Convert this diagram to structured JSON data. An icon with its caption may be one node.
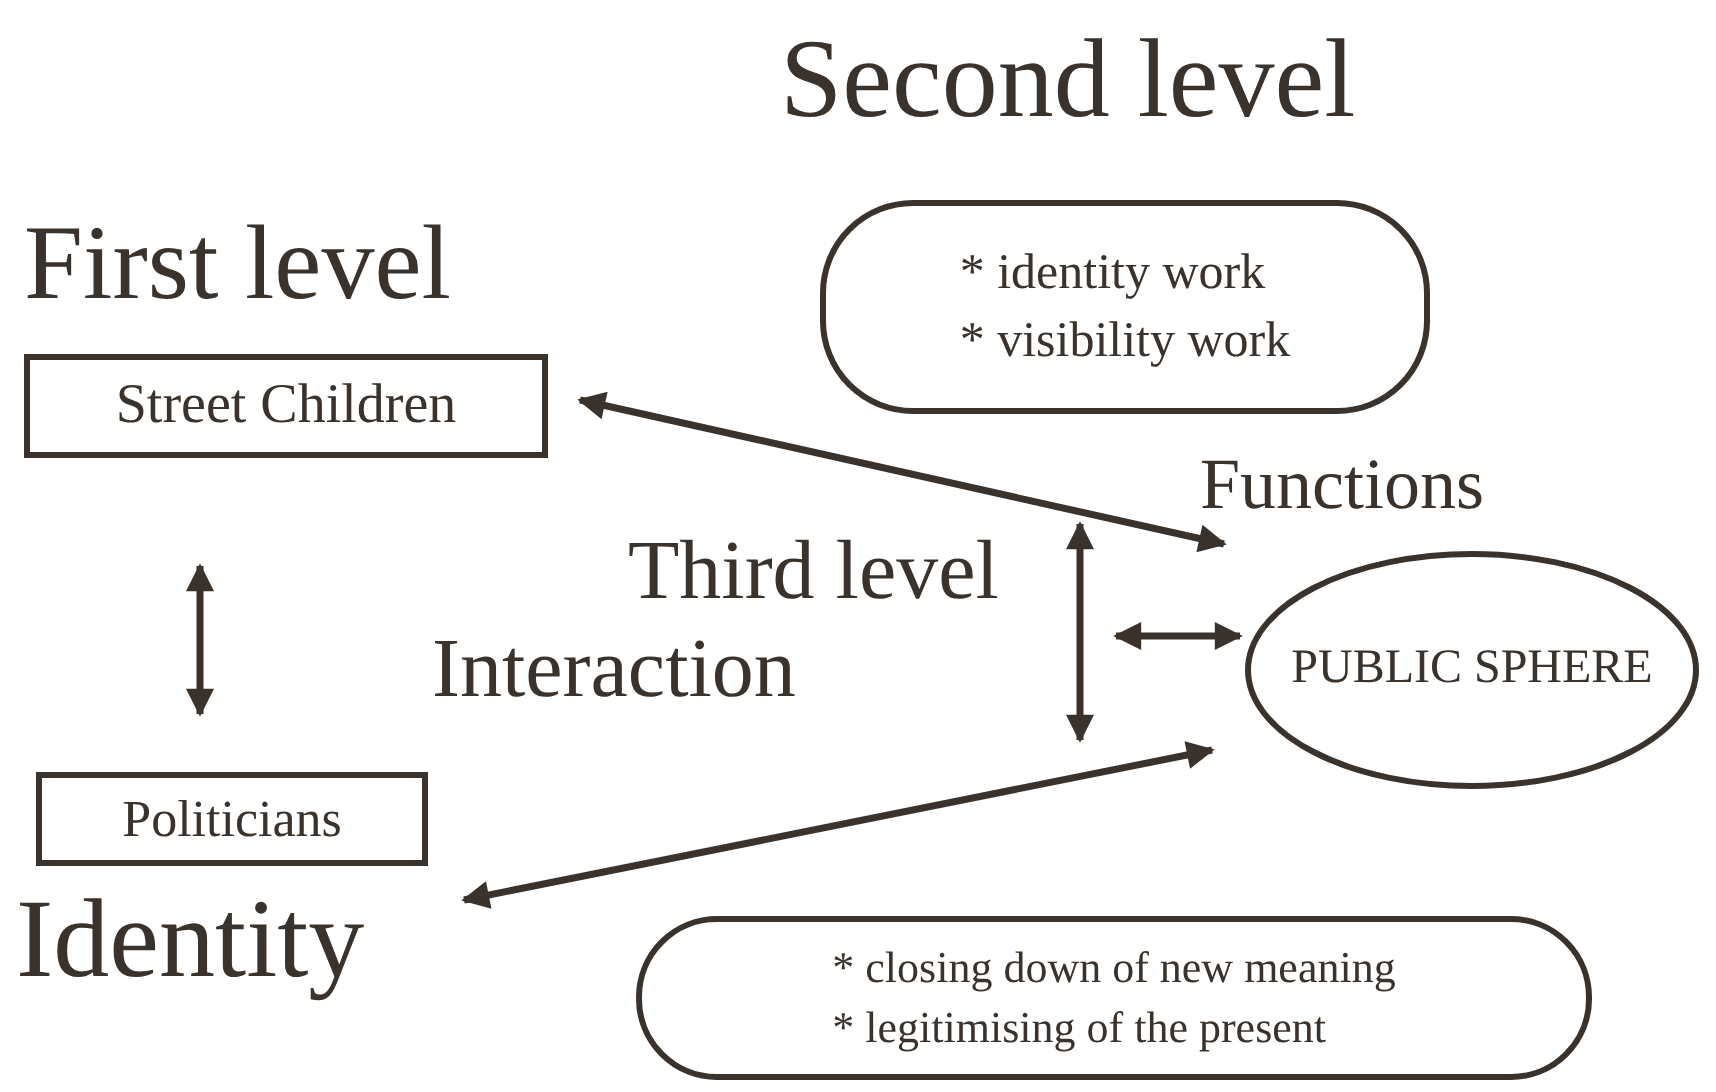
{
  "diagram": {
    "nodes": [
      {
        "text": [
          "Street Children"
        ]
      },
      {
        "text": [
          "Politicians"
        ]
      },
      {
        "text": [
          "PUBLIC SPHERE"
        ]
      },
      {
        "text": [
          "* identity work",
          "* visibility work"
        ]
      },
      {
        "text": [
          "* closing down of new meaning",
          "* legitimising of the present"
        ]
      }
    ],
    "edges": [
      {
        "from": 0,
        "to": 2,
        "arrow": "both"
      },
      {
        "from": 1,
        "to": 2,
        "arrow": "both"
      },
      {
        "from": 0,
        "to": 1,
        "arrow": "both"
      },
      {
        "from": null,
        "to": 2,
        "arrow": "both"
      }
    ],
    "labels": [
      "Second level",
      "First level",
      "Functions",
      "Third level",
      "Interaction",
      "Identity"
    ]
  }
}
